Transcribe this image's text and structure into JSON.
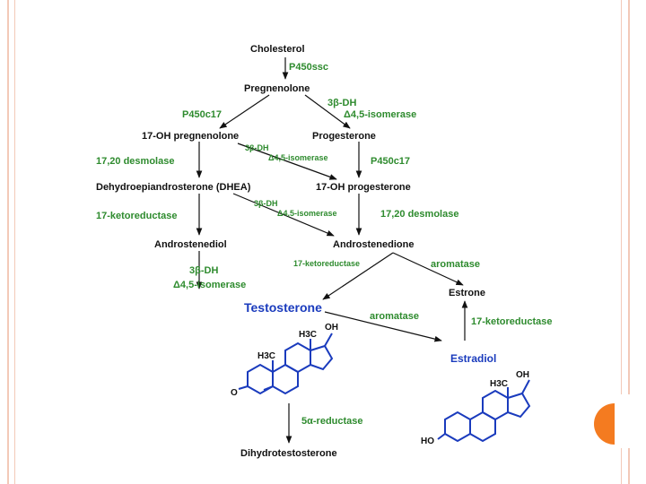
{
  "nodes": {
    "cholesterol": "Cholesterol",
    "pregnenolone": "Pregnenolone",
    "oh17_pregnenolone": "17-OH pregnenolone",
    "progesterone": "Progesterone",
    "dhea": "Dehydroepiandrosterone (DHEA)",
    "oh17_progesterone": "17-OH progesterone",
    "androstenediol": "Androstenediol",
    "androstenedione": "Androstenedione",
    "estrone": "Estrone",
    "testosterone": "Testosterone",
    "estradiol": "Estradiol",
    "dihydrotestosterone": "Dihydrotestosterone"
  },
  "enzymes": {
    "p450scc": "P450ssc",
    "p450c17_left": "P450c17",
    "p450c17_right": "P450c17",
    "dh3b_top": "3β-DH",
    "isomerase_top": "Δ4,5-isomerase",
    "dh3b_mid1": "3β-DH",
    "isomerase_mid1": "Δ4,5-isomerase",
    "desmolase_left": "17,20 desmolase",
    "desmolase_right": "17,20 desmolase",
    "dh3b_mid2": "3β-DH",
    "isomerase_mid2": "Δ4,5-isomerase",
    "ketoreductase_left": "17-ketoreductase",
    "ketoreductase_center": "17-ketoreductase",
    "aromatase_right": "aromatase",
    "dh3b_low": "3β-DH",
    "isomerase_low": "Δ4,5-isomerase",
    "aromatase_center": "aromatase",
    "ketoreductase_right": "17-ketoreductase",
    "reductase_5a": "5α-reductase"
  },
  "structure_labels": {
    "testo_oh": "OH",
    "testo_h3c_top": "H3C",
    "testo_h3c_mid": "H3C",
    "testo_o": "O",
    "estra_oh": "OH",
    "estra_h3c": "H3C",
    "estra_ho": "HO"
  },
  "colors": {
    "enzyme_green": "#2e8b2e",
    "highlight_blue": "#1a3bbd",
    "structure_blue": "#1a3bbd",
    "border_salmon": "#f3c9b8",
    "accent_orange": "#f47b20"
  }
}
